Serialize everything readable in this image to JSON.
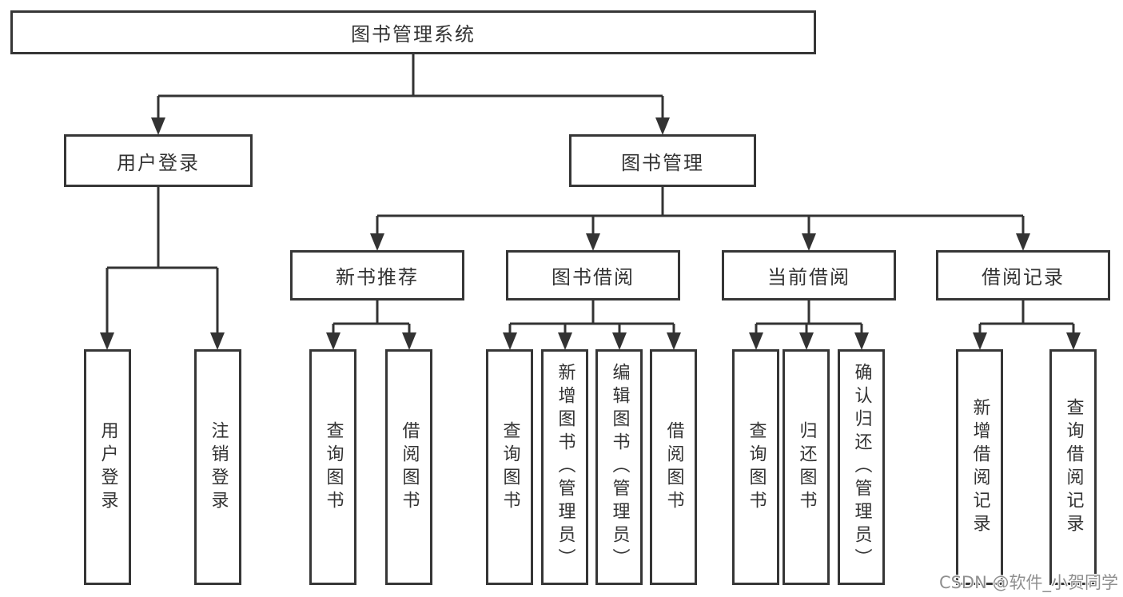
{
  "tree": {
    "label": "图书管理系统",
    "children": [
      {
        "label": "用户登录",
        "children": [
          {
            "label": "用户登录"
          },
          {
            "label": "注销登录"
          }
        ]
      },
      {
        "label": "图书管理",
        "children": [
          {
            "label": "新书推荐",
            "children": [
              {
                "label": "查询图书"
              },
              {
                "label": "借阅图书"
              }
            ]
          },
          {
            "label": "图书借阅",
            "children": [
              {
                "label": "查询图书"
              },
              {
                "label": "新增图书（管理员）"
              },
              {
                "label": "编辑图书（管理员）"
              },
              {
                "label": "借阅图书"
              }
            ]
          },
          {
            "label": "当前借阅",
            "children": [
              {
                "label": "查询图书"
              },
              {
                "label": "归还图书"
              },
              {
                "label": "确认归还（管理员）"
              }
            ]
          },
          {
            "label": "借阅记录",
            "children": [
              {
                "label": "新增借阅记录"
              },
              {
                "label": "查询借阅记录"
              }
            ]
          }
        ]
      }
    ]
  },
  "watermark": "CSDN @软件_小贺同学",
  "colors": {
    "line": "#333333",
    "box_border": "#363636",
    "box_fill": "#ffffff",
    "text": "#333333",
    "watermark_text": "#8f8f8f",
    "background": "#ffffff"
  }
}
